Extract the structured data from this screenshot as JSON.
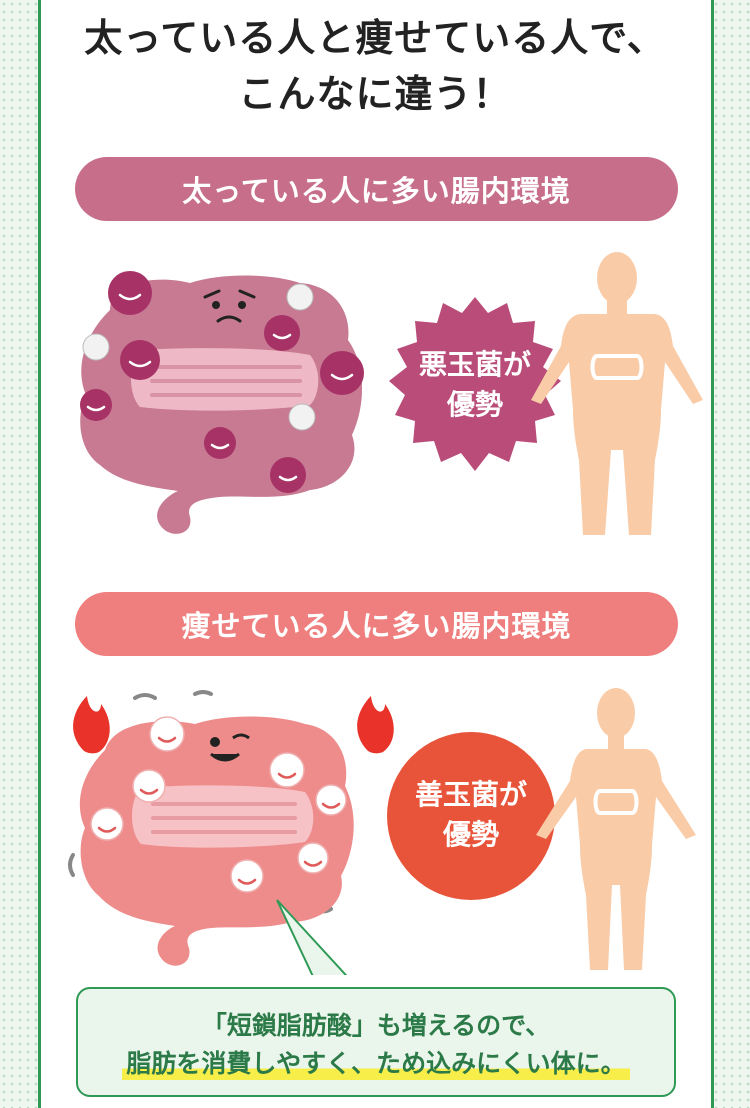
{
  "headline": {
    "line1": "太っている人と痩せている人で、",
    "line2": "こんなに違う！"
  },
  "fat_section": {
    "title": "太っている人に多い腸内環境",
    "badge_line1": "悪玉菌が",
    "badge_line2": "優勢",
    "accent_color": "#c76e8b",
    "badge_color": "#b94c78"
  },
  "thin_section": {
    "title": "痩せている人に多い腸内環境",
    "badge_line1": "善玉菌が",
    "badge_line2": "優勢",
    "accent_color": "#ef7f7e",
    "badge_color": "#e8543a"
  },
  "callout": {
    "line1": "「短鎖脂肪酸」も増えるので、",
    "line2": "脂肪を消費しやすく、ため込みにくい体に。"
  },
  "icons": [
    "angry-bacteria-icon",
    "sad-face-icon",
    "happy-bacteria-icon",
    "flame-icon",
    "human-body-icon",
    "intestine-icon"
  ]
}
